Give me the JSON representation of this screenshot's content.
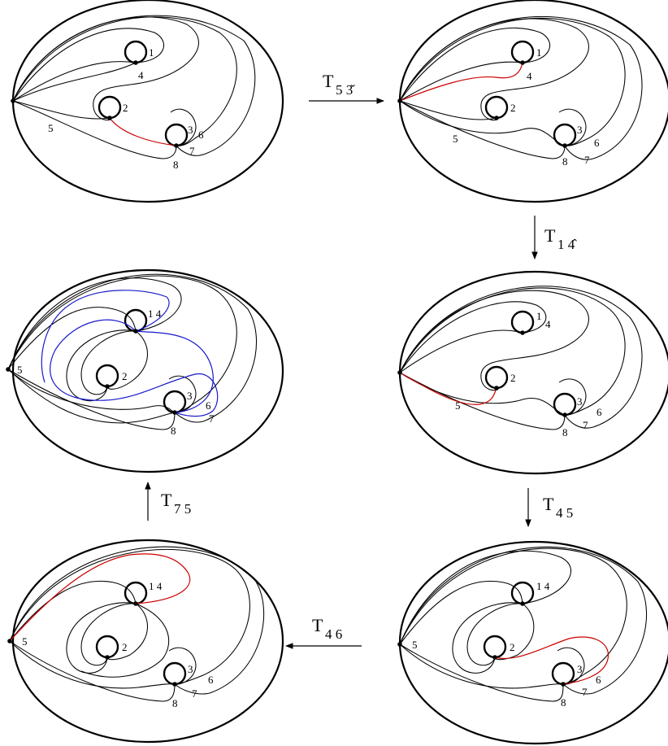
{
  "colors": {
    "ink": "#000000",
    "red_curve": "#cc0000",
    "blue_curve": "#1a1acc"
  },
  "labels": {
    "p1": "1",
    "p2": "2",
    "p3": "3",
    "c4": "4",
    "c5": "5",
    "c6": "6",
    "c7": "7",
    "c8": "8",
    "p1_c4": "1 4"
  },
  "operations": [
    {
      "T": "T",
      "sub": "5 3̌"
    },
    {
      "T": "T",
      "sub": "1 4̂"
    },
    {
      "T": "T",
      "sub": "4 5"
    },
    {
      "T": "T",
      "sub": "4 6"
    },
    {
      "T": "T",
      "sub": "7 5"
    }
  ]
}
